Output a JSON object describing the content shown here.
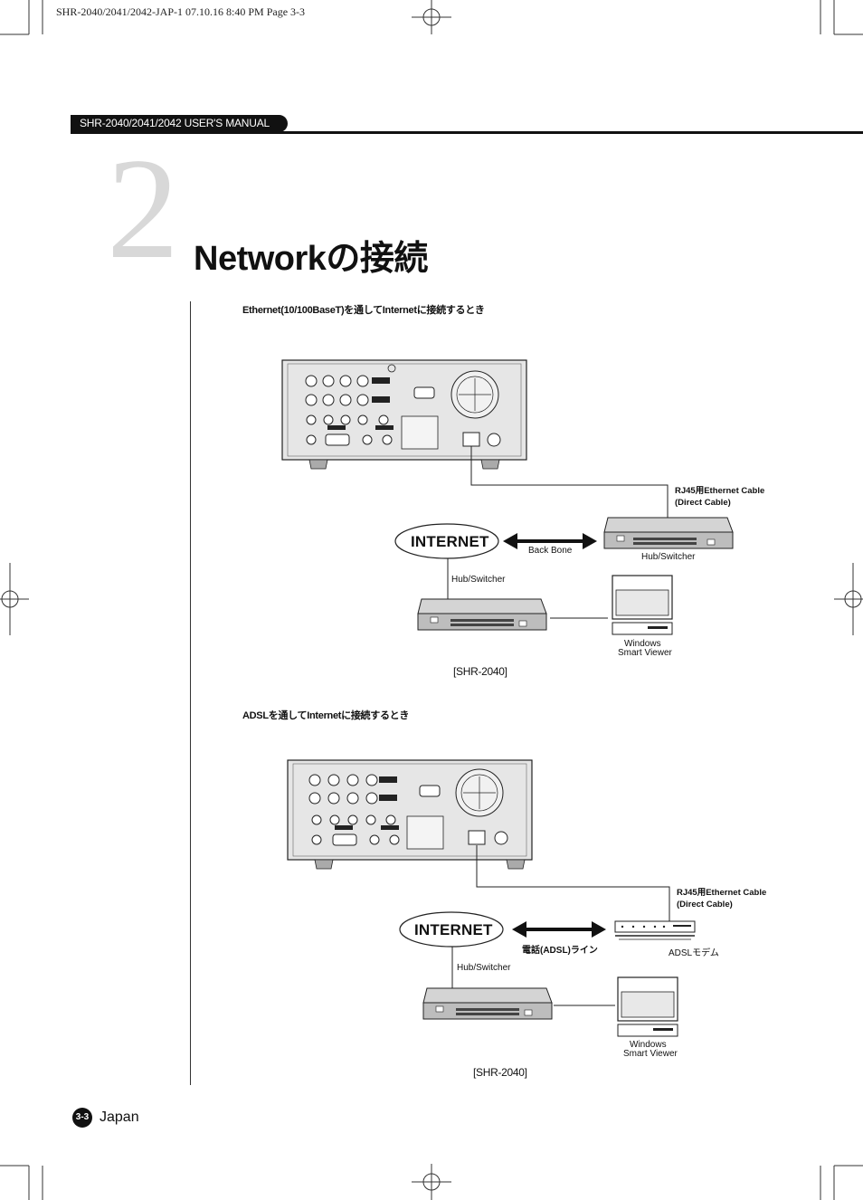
{
  "print_header": "SHR-2040/2041/2042-JAP-1  07.10.16 8:40 PM  Page 3-3",
  "manual_tab": "SHR-2040/2041/2042 USER'S MANUAL",
  "chapter_number": "2",
  "title": "Networkの接続",
  "section1": {
    "heading": "Ethernet(10/100BaseT)を通してInternetに接続するとき",
    "cable_label_line1": "RJ45用Ethernet Cable",
    "cable_label_line2": "(Direct Cable)",
    "internet": "INTERNET",
    "backbone": "Back Bone",
    "hub_right": "Hub/Switcher",
    "hub_left": "Hub/Switcher",
    "viewer_line1": "Windows",
    "viewer_line2": "Smart Viewer",
    "caption": "[SHR-2040]"
  },
  "section2": {
    "heading": "ADSLを通してInternetに接続するとき",
    "cable_label_line1": "RJ45用Ethernet Cable",
    "cable_label_line2": "(Direct Cable)",
    "internet": "INTERNET",
    "phone_line": "電話(ADSL)ライン",
    "modem": "ADSLモデム",
    "hub": "Hub/Switcher",
    "viewer_line1": "Windows",
    "viewer_line2": "Smart Viewer",
    "caption": "[SHR-2040]"
  },
  "footer": {
    "page_number": "3-3",
    "language": "Japan"
  }
}
